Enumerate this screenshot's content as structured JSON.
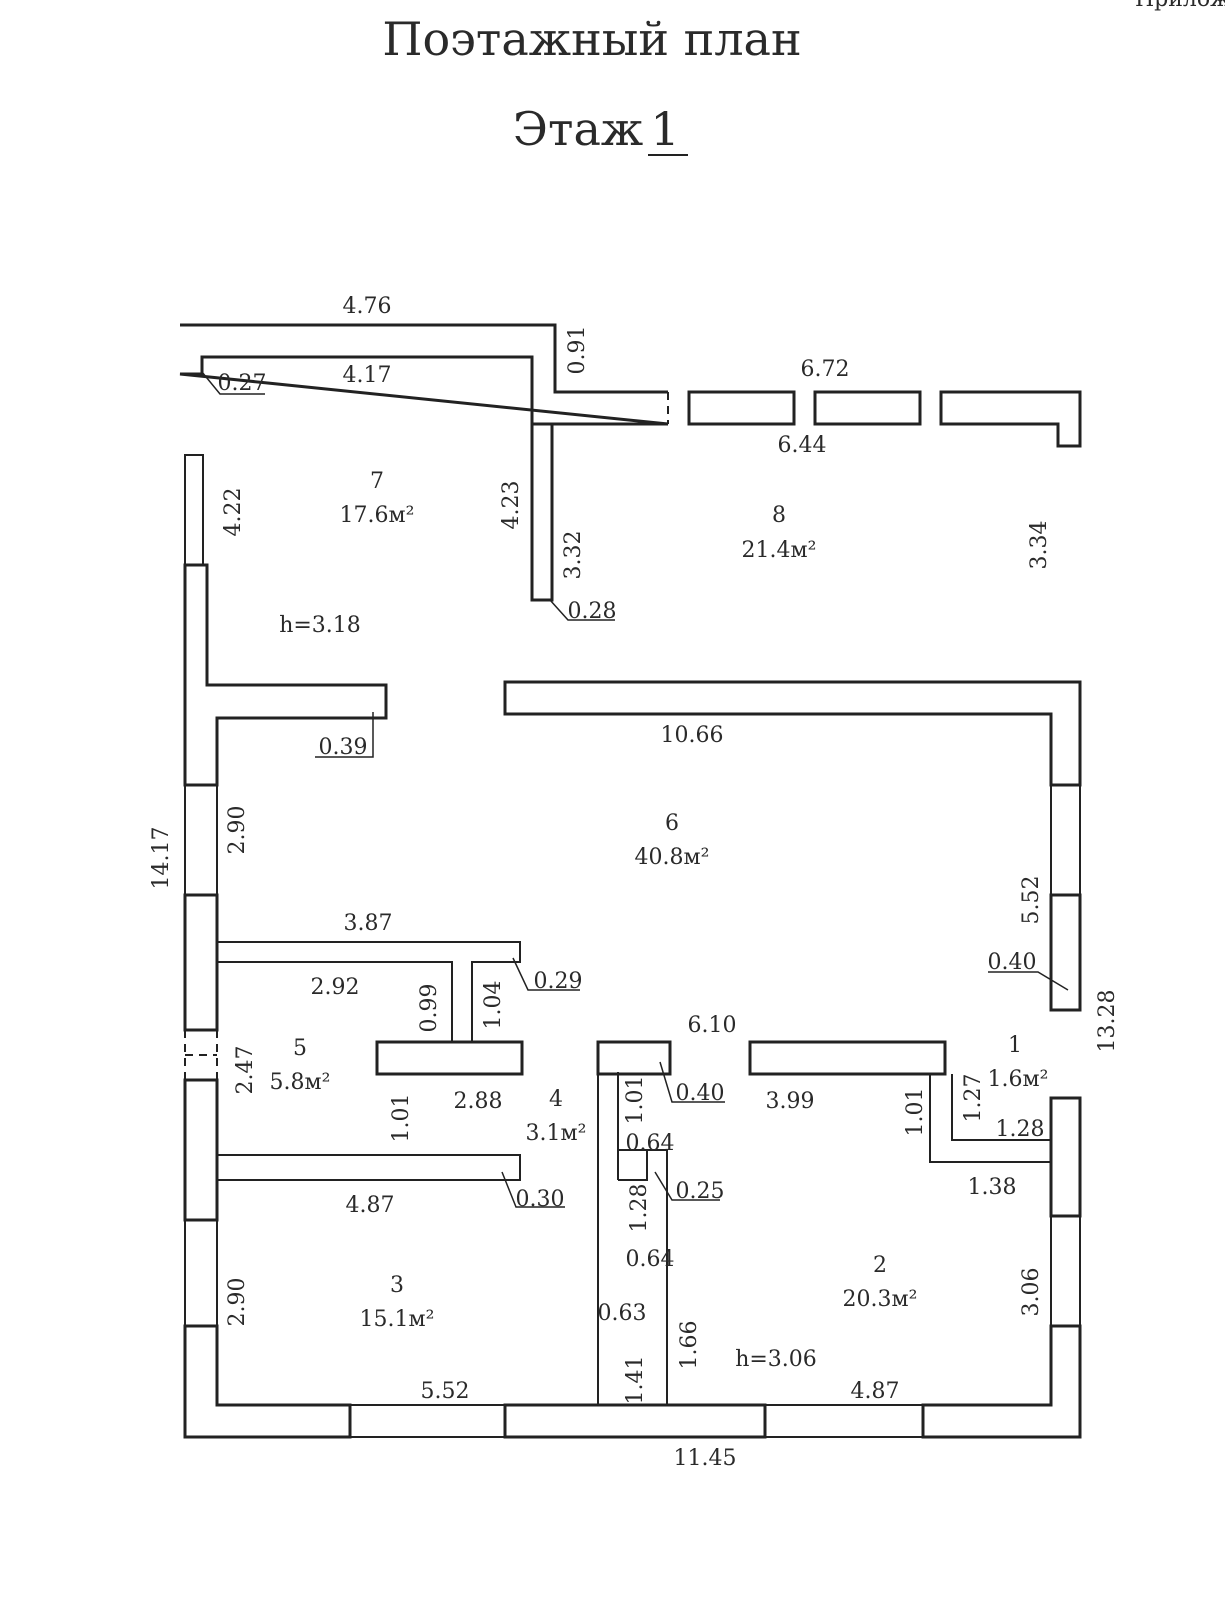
{
  "page": {
    "corner_text": "Прилож",
    "title": "Поэтажный план",
    "floor_prefix": "Этаж",
    "floor_number": "1"
  },
  "rooms": [
    {
      "number": "1",
      "area": "1.6м²"
    },
    {
      "number": "2",
      "area": "20.3м²"
    },
    {
      "number": "3",
      "area": "15.1м²"
    },
    {
      "number": "4",
      "area": "3.1м²"
    },
    {
      "number": "5",
      "area": "5.8м²"
    },
    {
      "number": "6",
      "area": "40.8м²"
    },
    {
      "number": "7",
      "area": "17.6м²"
    },
    {
      "number": "8",
      "area": "21.4м²"
    }
  ],
  "heights": {
    "upper": "h=3.18",
    "lower": "h=3.06"
  },
  "dimensions": {
    "d_4_76": "4.76",
    "d_4_17": "4.17",
    "d_0_27": "0.27",
    "d_0_91": "0.91",
    "d_6_72": "6.72",
    "d_6_44": "6.44",
    "d_4_22": "4.22",
    "d_4_23": "4.23",
    "d_3_32": "3.32",
    "d_0_28": "0.28",
    "d_3_34": "3.34",
    "d_0_39": "0.39",
    "d_10_66": "10.66",
    "d_2_90_upper": "2.90",
    "d_14_17": "14.17",
    "d_5_52_right": "5.52",
    "d_0_40_right": "0.40",
    "d_13_28": "13.28",
    "d_3_87": "3.87",
    "d_2_92": "2.92",
    "d_0_99": "0.99",
    "d_1_04": "1.04",
    "d_0_29": "0.29",
    "d_6_10": "6.10",
    "d_2_47": "2.47",
    "d_1_01_left": "1.01",
    "d_2_88": "2.88",
    "d_1_01_mid": "1.01",
    "d_0_40_mid": "0.40",
    "d_3_99": "3.99",
    "d_1_01_right": "1.01",
    "d_1_27": "1.27",
    "d_1_28_right": "1.28",
    "d_1_38": "1.38",
    "d_0_64_upper": "0.64",
    "d_0_25": "0.25",
    "d_1_28_mid": "1.28",
    "d_4_87_left": "4.87",
    "d_0_30": "0.30",
    "d_0_64_lower": "0.64",
    "d_2_90_lower": "2.90",
    "d_0_63": "0.63",
    "d_1_66": "1.66",
    "d_1_41": "1.41",
    "d_3_06": "3.06",
    "d_5_52_bottom": "5.52",
    "d_4_87_bottom": "4.87",
    "d_11_45": "11.45"
  }
}
